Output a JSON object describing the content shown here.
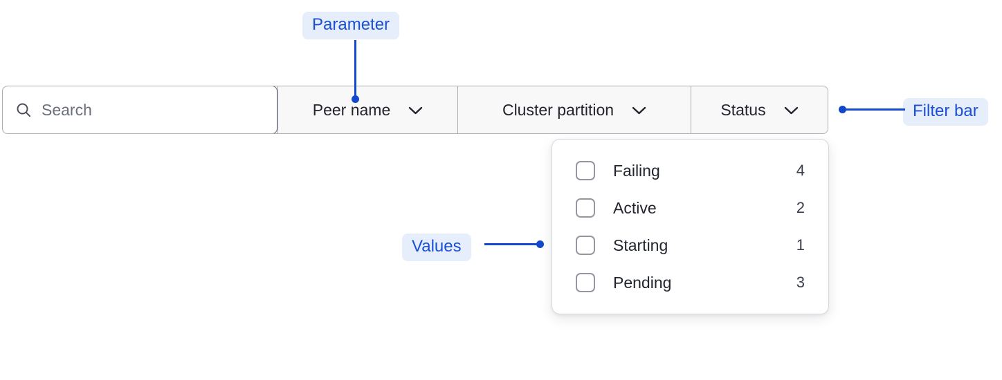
{
  "filter_bar": {
    "search": {
      "icon": "search-icon",
      "placeholder": "Search",
      "value": ""
    },
    "filters": [
      {
        "id": "peer-name",
        "label": "Peer name",
        "icon": "chevron-down-icon"
      },
      {
        "id": "cluster-partition",
        "label": "Cluster partition",
        "icon": "chevron-down-icon"
      },
      {
        "id": "status",
        "label": "Status",
        "icon": "chevron-down-icon"
      }
    ]
  },
  "status_dropdown": {
    "options": [
      {
        "label": "Failing",
        "count": "4",
        "checked": false
      },
      {
        "label": "Active",
        "count": "2",
        "checked": false
      },
      {
        "label": "Starting",
        "count": "1",
        "checked": false
      },
      {
        "label": "Pending",
        "count": "3",
        "checked": false
      }
    ]
  },
  "annotations": [
    {
      "id": "parameter",
      "label": "Parameter"
    },
    {
      "id": "values",
      "label": "Values"
    },
    {
      "id": "filter-bar",
      "label": "Filter bar"
    }
  ],
  "colors": {
    "annotation_text": "#1a4fd6",
    "annotation_bg": "#e6eefc",
    "annotation_line": "#1348cc",
    "bar_border": "#aaacb4",
    "bar_bg": "#f8f8f9",
    "search_border": "#6b6f7d",
    "text": "#22252d",
    "placeholder": "#6b6f7d",
    "checkbox_border": "#9497a1",
    "panel_border": "#d6d8de"
  }
}
